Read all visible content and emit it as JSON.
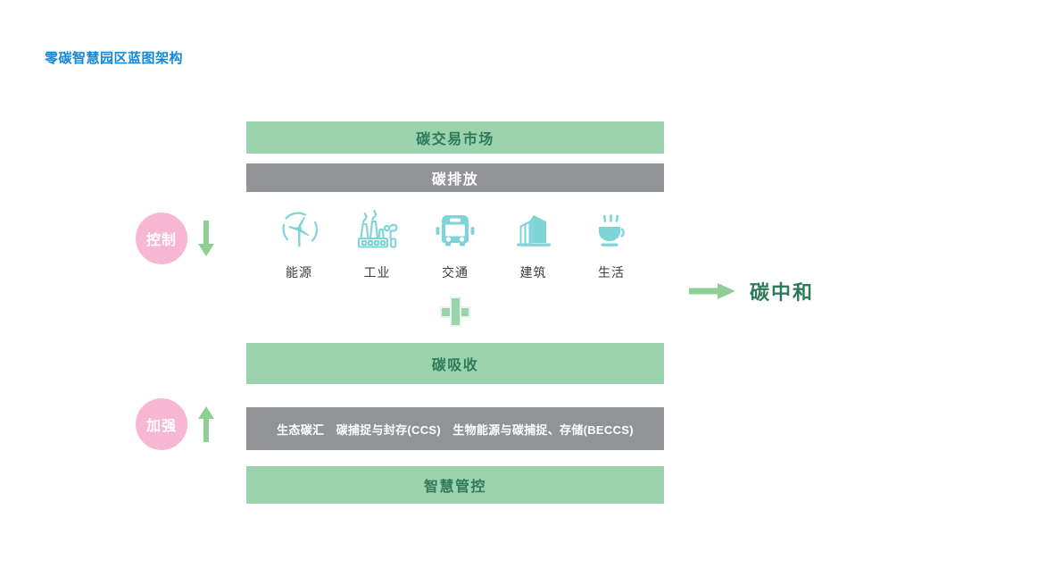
{
  "title": "零碳智慧园区蓝图架构",
  "colors": {
    "title_blue": "#1189dd",
    "bar_green": "#9bd3ac",
    "bar_gray": "#919396",
    "green_text": "#2f7a5d",
    "icon_cyan": "#7fd4d8",
    "pink": "#f7b6d2",
    "arrow_green": "#8fcf96"
  },
  "bars": {
    "market": "碳交易市场",
    "emission": "碳排放",
    "absorb": "碳吸收",
    "tech": "生态碳汇　碳捕捉与封存(CCS)　生物能源与碳捕捉、存储(BECCS)",
    "smart": "智慧管控"
  },
  "sectors": [
    {
      "label": "能源",
      "icon": "wind-turbine-icon"
    },
    {
      "label": "工业",
      "icon": "factory-icon"
    },
    {
      "label": "交通",
      "icon": "bus-icon"
    },
    {
      "label": "建筑",
      "icon": "building-icon"
    },
    {
      "label": "生活",
      "icon": "coffee-cup-icon"
    }
  ],
  "markers": [
    {
      "label": "控制",
      "arrow": "down-arrow-icon"
    },
    {
      "label": "加强",
      "arrow": "up-arrow-icon"
    }
  ],
  "plus": {
    "icon": "plus-sign-icon"
  },
  "neutral": {
    "arrow": "right-arrow-icon",
    "label": "碳中和"
  }
}
